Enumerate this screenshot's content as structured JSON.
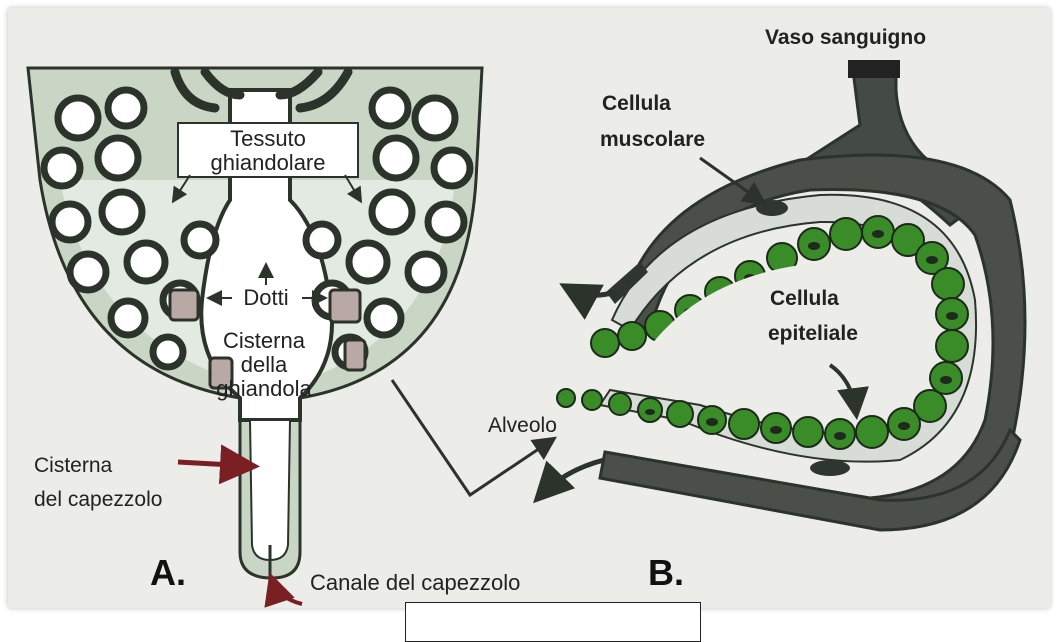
{
  "panel_a": {
    "letter": "A.",
    "labels": {
      "glandular_tissue_line1": "Tessuto",
      "glandular_tissue_line2": "ghiandolare",
      "ducts": "Dotti",
      "gland_cistern_line1": "Cisterna",
      "gland_cistern_line2": "della",
      "gland_cistern_line3": "ghiandola",
      "teat_cistern_line1": "Cisterna",
      "teat_cistern_line2": "del capezzolo",
      "teat_canal": "Canale del capezzolo"
    }
  },
  "panel_b": {
    "letter": "B.",
    "labels": {
      "blood_vessel": "Vaso sanguigno",
      "muscle_cell_line1": "Cellula",
      "muscle_cell_line2": "muscolare",
      "epithelial_cell_line1": "Cellula",
      "epithelial_cell_line2": "epiteliale",
      "alveolus": "Alveolo"
    }
  },
  "colors": {
    "outline": "#2b332b",
    "gland_fill": "#c9d6c6",
    "gland_light": "#eef2ec",
    "epithelium": "#3a8c28",
    "vessel": "#444a44",
    "arrow_red": "#7a1f24"
  }
}
